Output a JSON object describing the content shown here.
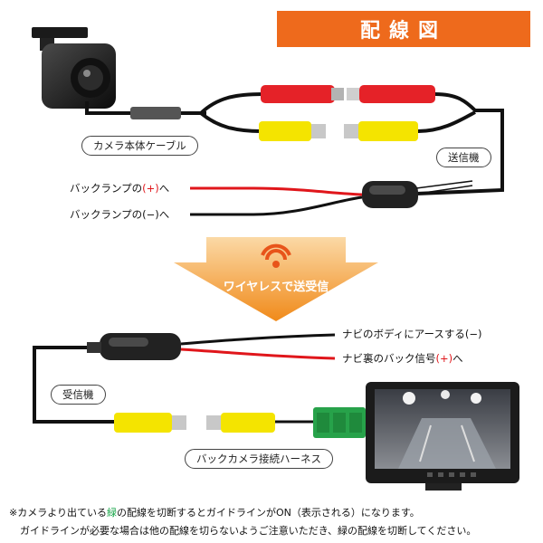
{
  "title": "配線図",
  "labels": {
    "camera_cable": "カメラ本体ケーブル",
    "transmitter": "送信機",
    "receiver": "受信機",
    "harness": "バックカメラ接続ハーネス",
    "wireless": "ワイヤレスで送受信"
  },
  "lamp_plus": {
    "prefix": "バックランプの",
    "mark": "(+)",
    "suffix": "へ"
  },
  "lamp_minus": "バックランプの(−)へ",
  "navi_ground": "ナビのボディにアースする(−)",
  "navi_signal": {
    "prefix": "ナビ裏のバック信号",
    "mark": "(+)",
    "suffix": "へ"
  },
  "note1": {
    "a": "※カメラより出ている",
    "b": "緑",
    "c": "の配線を切断するとガイドラインがON（表示される）になります。"
  },
  "note2": "ガイドラインが必要な場合は他の配線を切らないようご注意いただき、緑の配線を切断してください。",
  "colors": {
    "accent": "#ee6a1c",
    "plus": "#e0161b",
    "green_wire": "#1aa64a"
  }
}
